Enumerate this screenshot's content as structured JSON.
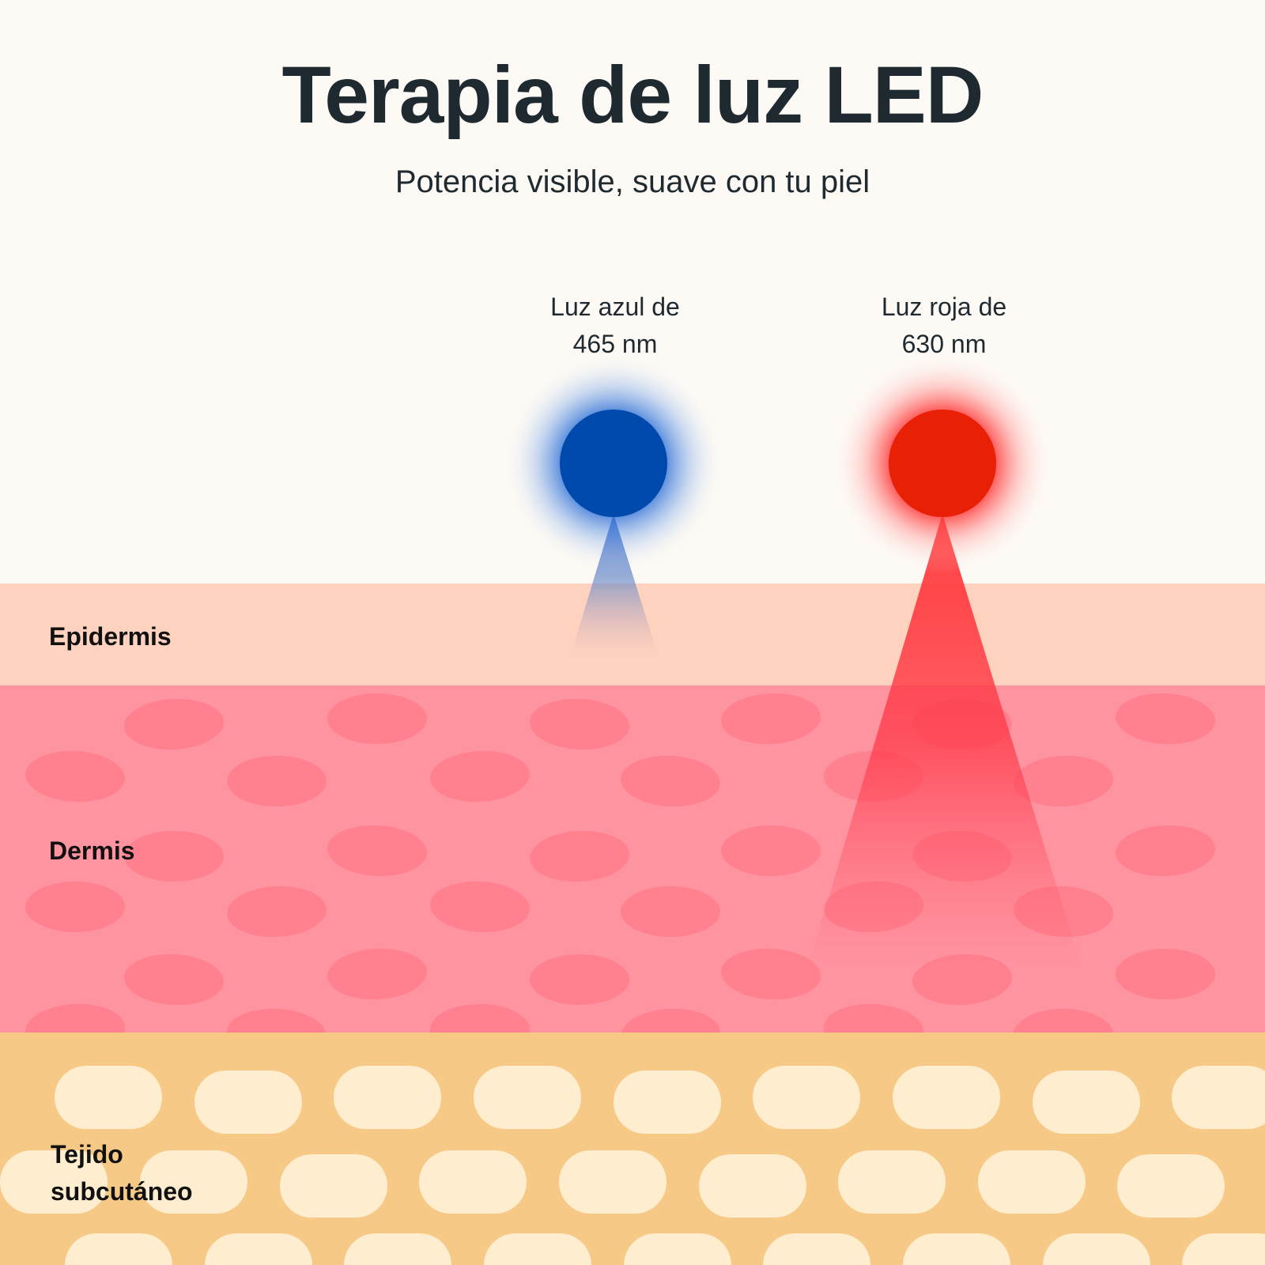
{
  "title": "Terapia de luz LED",
  "subtitle": "Potencia visible, suave con tu piel",
  "leds": {
    "blue": {
      "label_line1": "Luz azul de",
      "label_line2": "465 nm",
      "color": "#004aad",
      "glow": "#2d6fd6"
    },
    "red": {
      "label_line1": "Luz roja de",
      "label_line2": "630 nm",
      "color": "#e82006",
      "glow": "#ff3b3b"
    }
  },
  "layers": {
    "epidermis": {
      "label": "Epidermis",
      "color": "#ffd2bf"
    },
    "dermis": {
      "label": "Dermis",
      "color": "#ff94a1",
      "cell_color": "#ff7d8c"
    },
    "subcutaneous": {
      "label_line1": "Tejido",
      "label_line2": "subcutáneo",
      "color": "#f7c987",
      "cell_color": "#ffedd0"
    }
  }
}
